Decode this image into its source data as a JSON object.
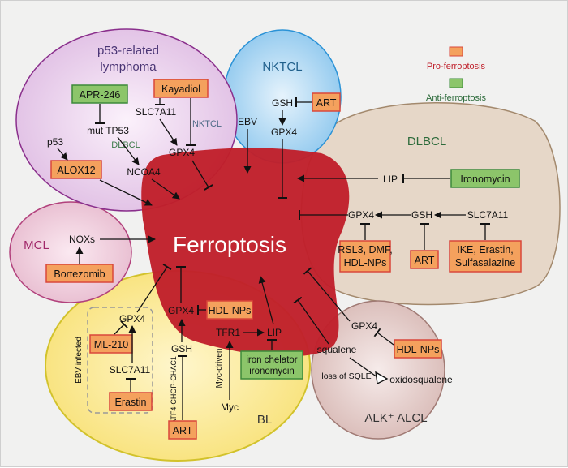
{
  "legend": {
    "pro": "Pro-ferroptosis",
    "anti": "Anti-ferroptosis"
  },
  "colors": {
    "pro_fill": "#f4a15d",
    "pro_stroke": "#d9473b",
    "anti_fill": "#8cc56a",
    "anti_stroke": "#3c8a3a",
    "ferro": "#c0202b"
  },
  "center": {
    "label": "Ferroptosis"
  },
  "regions": {
    "p53": {
      "title_line1": "p53-related",
      "title_line2": "lymphoma"
    },
    "nktcl": {
      "title": "NKTCL"
    },
    "dlbcl": {
      "title": "DLBCL"
    },
    "mcl": {
      "title": "MCL"
    },
    "bl": {
      "title": "BL"
    },
    "alcl": {
      "title": "ALK⁺ ALCL"
    }
  },
  "p53_region": {
    "apr246": "APR-246",
    "kayadiol": "Kayadiol",
    "slc7a11": "SLC7A11",
    "nktcl_tag": "NKTCL",
    "mut_tp53": "mut TP53",
    "dlbcl_tag": "DLBCL",
    "p53": "p53",
    "gpx4": "GPX4",
    "alox12": "ALOX12",
    "ncoa4": "NCOA4"
  },
  "nktcl_region": {
    "gsh": "GSH",
    "art": "ART",
    "gpx4": "GPX4",
    "ebv": "EBV"
  },
  "dlbcl_region": {
    "lip": "LIP",
    "ironomycin": "Ironomycin",
    "gpx4": "GPX4",
    "gsh": "GSH",
    "slc7a11": "SLC7A11",
    "rsl3_l1": "RSL3, DMF,",
    "rsl3_l2": "HDL-NPs",
    "art": "ART",
    "ike_l1": "IKE, Erastin,",
    "ike_l2": "Sulfasalazine"
  },
  "mcl_region": {
    "noxs": "NOXs",
    "bortezomib": "Bortezomib"
  },
  "bl_region": {
    "ebv_infected": "EBV infected",
    "gpx4_left": "GPX4",
    "ml210": "ML-210",
    "slc7a11": "SLC7A11",
    "erastin": "Erastin",
    "gpx4_mid": "GPX4",
    "hdl_nps": "HDL-NPs",
    "gsh": "GSH",
    "atf4": "ATF4-CHOP-CHAC1",
    "art": "ART",
    "tfr1": "TFR1",
    "lip": "LIP",
    "myc_driven": "Myc-driven",
    "myc": "Myc",
    "iron_l1": "iron chelator",
    "iron_l2": "ironomycin"
  },
  "alcl_region": {
    "gpx4": "GPX4",
    "hdl_nps": "HDL-NPs",
    "squalene": "squalene",
    "loss_sqle": "loss of SQLE",
    "oxidosqualene": "oxidosqualene"
  }
}
